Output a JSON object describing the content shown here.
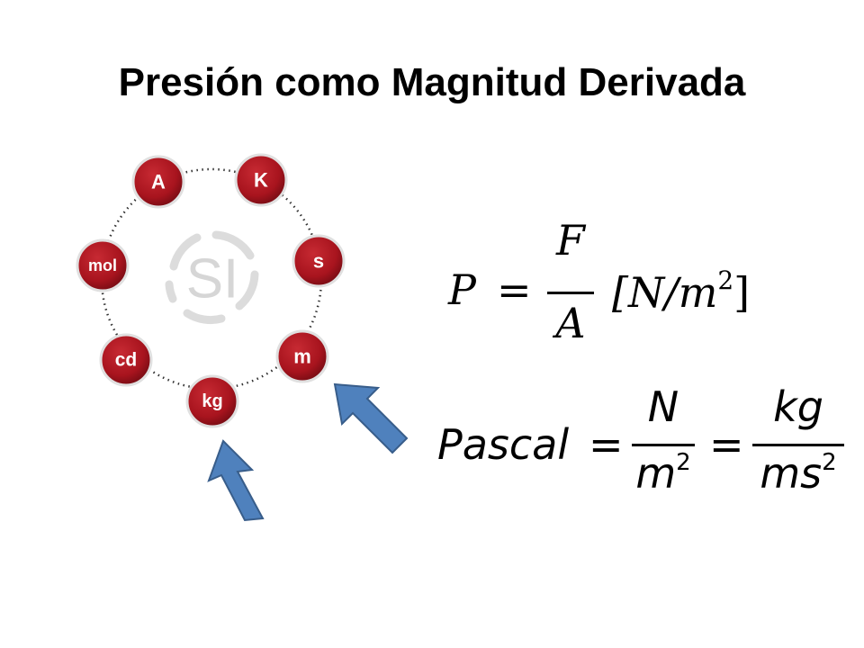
{
  "slide": {
    "title": "Presión como Magnitud Derivada"
  },
  "si_diagram": {
    "center_label": "SI",
    "units": [
      "A",
      "K",
      "s",
      "m",
      "kg",
      "cd",
      "mol"
    ],
    "unit_color": "#a8141e",
    "ring_color": "#dcdcdc",
    "center_color": "#d6d6d6"
  },
  "formula_pressure": {
    "lhs": "P",
    "equals": "=",
    "numerator": "F",
    "denominator": "A",
    "unit_open": "[N/m",
    "unit_exp": "2",
    "unit_close": "]"
  },
  "formula_pascal": {
    "lhs": "Pascal",
    "equals": "=",
    "frac1_num": "N",
    "frac1_den": "m",
    "frac1_den_exp": "2",
    "frac2_num": "kg",
    "frac2_den": "ms",
    "frac2_den_exp": "2"
  },
  "arrows": {
    "color": "#4f81bd",
    "stroke": "#385d8a"
  }
}
